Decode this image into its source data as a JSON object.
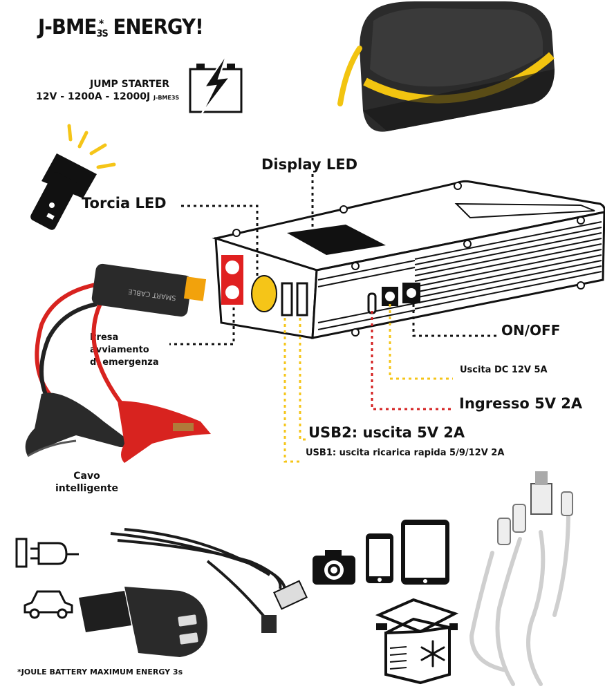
{
  "header": {
    "brand_prefix": "J-BME",
    "brand_sub": "3S",
    "brand_star": "*",
    "brand_suffix": "ENERGY!",
    "jump_starter_label": "JUMP STARTER",
    "specs": "12V - 1200A - 12000J",
    "specs_unit": "J-BME3S"
  },
  "labels": {
    "torch": "Torcia LED",
    "display": "Display LED",
    "onoff": "ON/OFF",
    "dc_out": "Uscita DC 12V 5A",
    "input": "Ingresso 5V 2A",
    "usb2": "USB2: uscita 5V 2A",
    "usb1": "USB1: uscita ricarica rapida 5/9/12V 2A",
    "emergency_line1": "Presa",
    "emergency_line2": "avviamento",
    "emergency_line3": "di emergenza",
    "cable_line1": "Cavo",
    "cable_line2": "intelligente",
    "cable_box_text": "SMART CABLE"
  },
  "footnote": "*JOULE BATTERY MAXIMUM ENERGY 3s",
  "colors": {
    "yellow": "#f5c518",
    "red_dots": "#d42020",
    "clamp_red": "#d8231f",
    "case_black": "#2b2b2b",
    "device_panel_red": "#e02020"
  },
  "icons": [
    "battery-bolt-icon",
    "flashlight-icon",
    "wall-charger-icon",
    "car-icon",
    "camera-icon",
    "phone-icon",
    "tablet-icon",
    "cooler-box-icon",
    "snowflake-icon"
  ]
}
